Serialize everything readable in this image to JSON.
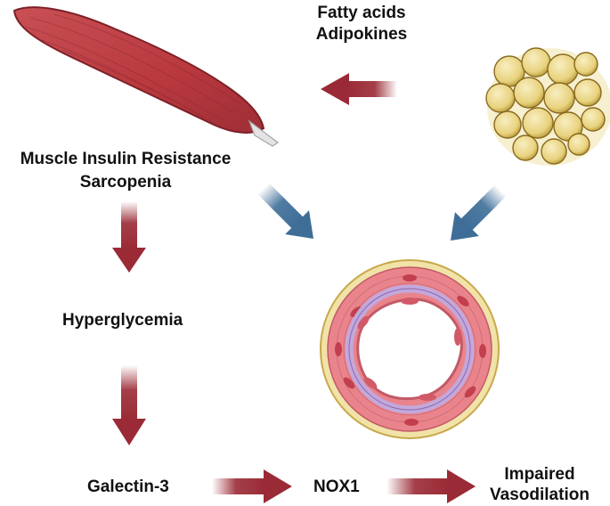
{
  "labels": {
    "fatty_acids": "Fatty acids",
    "adipokines": "Adipokines",
    "muscle_insulin_resistance": "Muscle Insulin Resistance",
    "sarcopenia": "Sarcopenia",
    "hyperglycemia": "Hyperglycemia",
    "galectin3": "Galectin-3",
    "nox1": "NOX1",
    "impaired": "Impaired",
    "vasodilation": "Vasodilation"
  },
  "icons": {
    "muscle": "skeletal-muscle-icon",
    "adipose": "adipose-tissue-icon",
    "vessel": "blood-vessel-cross-section-icon"
  },
  "colors": {
    "red_arrow": "#9a2a35",
    "blue_arrow": "#3e6e98",
    "muscle": "#c0484c",
    "fat": "#e8d27e",
    "vessel_wall": "#e9828a",
    "vessel_outer": "#f1e3a8",
    "vessel_inner": "#c3a8dc"
  }
}
